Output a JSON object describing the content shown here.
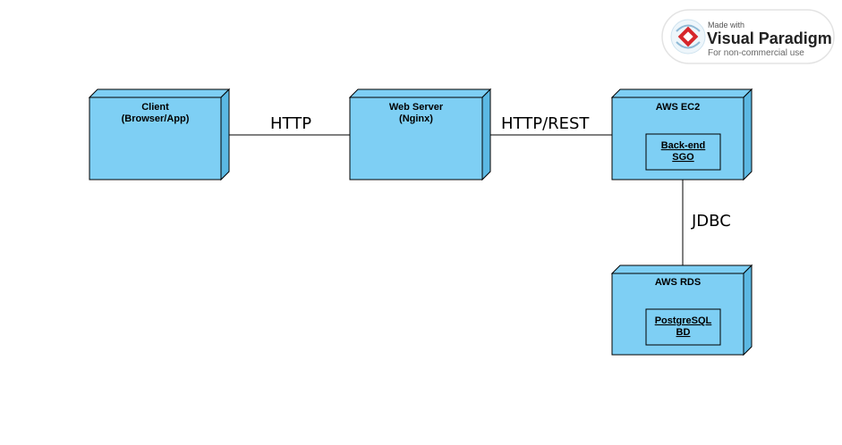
{
  "colors": {
    "node_fill": "#7ecff4",
    "node_side": "#5bb8e3",
    "stroke": "#000000",
    "line": "#000000"
  },
  "watermark": {
    "line1": "Made with",
    "line2": "Visual Paradigm",
    "line3": "For non-commercial use",
    "icon": "visual-paradigm-logo-icon"
  },
  "nodes": {
    "client": {
      "title1": "Client",
      "title2": "(Browser/App)"
    },
    "webserver": {
      "title1": "Web Server",
      "title2": "(Nginx)"
    },
    "ec2": {
      "title1": "AWS EC2",
      "artifact1": "Back-end",
      "artifact2": "SGO"
    },
    "rds": {
      "title1": "AWS RDS",
      "artifact1": "PostgreSQL",
      "artifact2": "BD"
    }
  },
  "connections": {
    "http": "HTTP",
    "rest": "HTTP/REST",
    "jdbc": "JDBC"
  }
}
